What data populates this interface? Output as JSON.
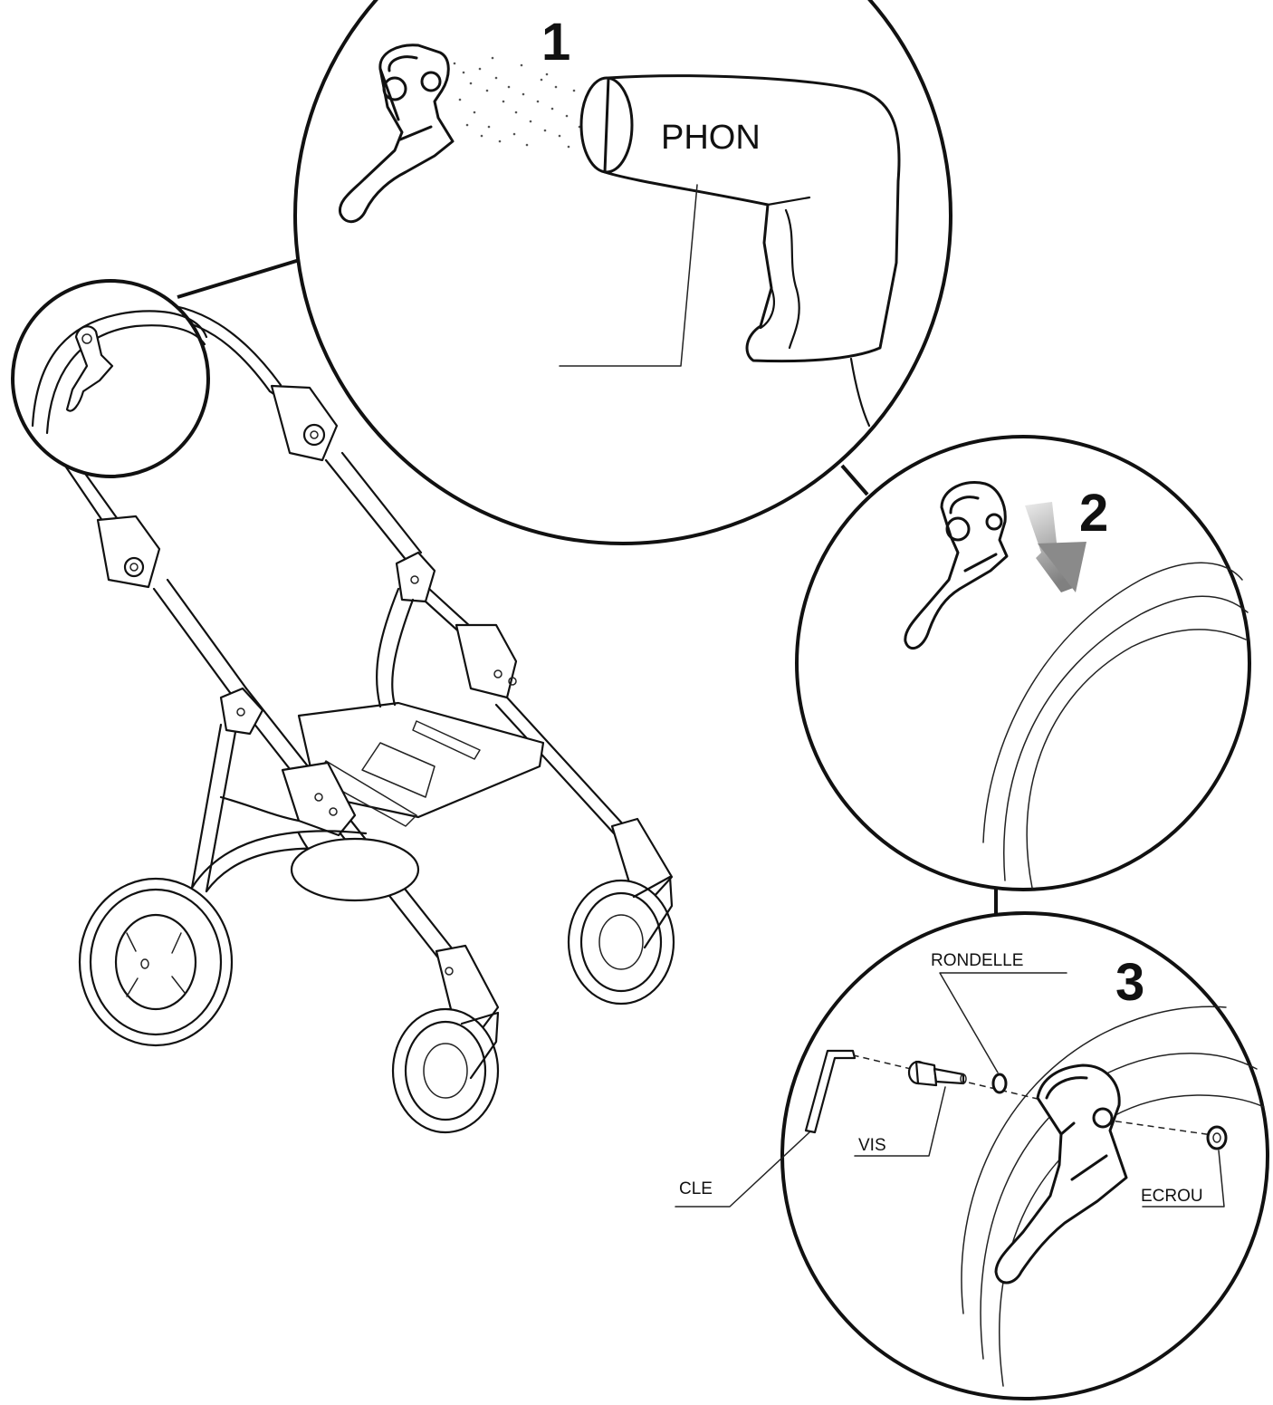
{
  "steps": [
    {
      "number": "1",
      "label": "PHON"
    },
    {
      "number": "2"
    },
    {
      "number": "3"
    }
  ],
  "parts": {
    "rondelle": "RONDELLE",
    "vis": "VIS",
    "cle": "CLE",
    "ecrou": "ECROU"
  },
  "colors": {
    "line": "#111111",
    "arrow_gradient": [
      "#e6e6e6",
      "#8a8a8a"
    ],
    "background": "#ffffff"
  }
}
